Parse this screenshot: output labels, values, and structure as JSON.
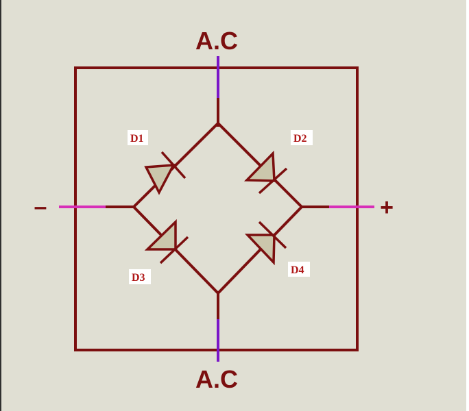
{
  "diagram": {
    "terminals": {
      "ac_top": "A.C",
      "ac_bottom": "A.C",
      "negative": "–",
      "positive": "+"
    },
    "diodes": [
      {
        "id": "D1",
        "label": "D1"
      },
      {
        "id": "D2",
        "label": "D2"
      },
      {
        "id": "D3",
        "label": "D3"
      },
      {
        "id": "D4",
        "label": "D4"
      }
    ],
    "colors": {
      "wire": "#7b0f0f",
      "ac_pin": "#7a16c8",
      "dc_pin": "#d72fb8",
      "diode_fill": "#cbc7ac",
      "background": "#e0dfd3",
      "diode_label": "#b01818"
    }
  }
}
